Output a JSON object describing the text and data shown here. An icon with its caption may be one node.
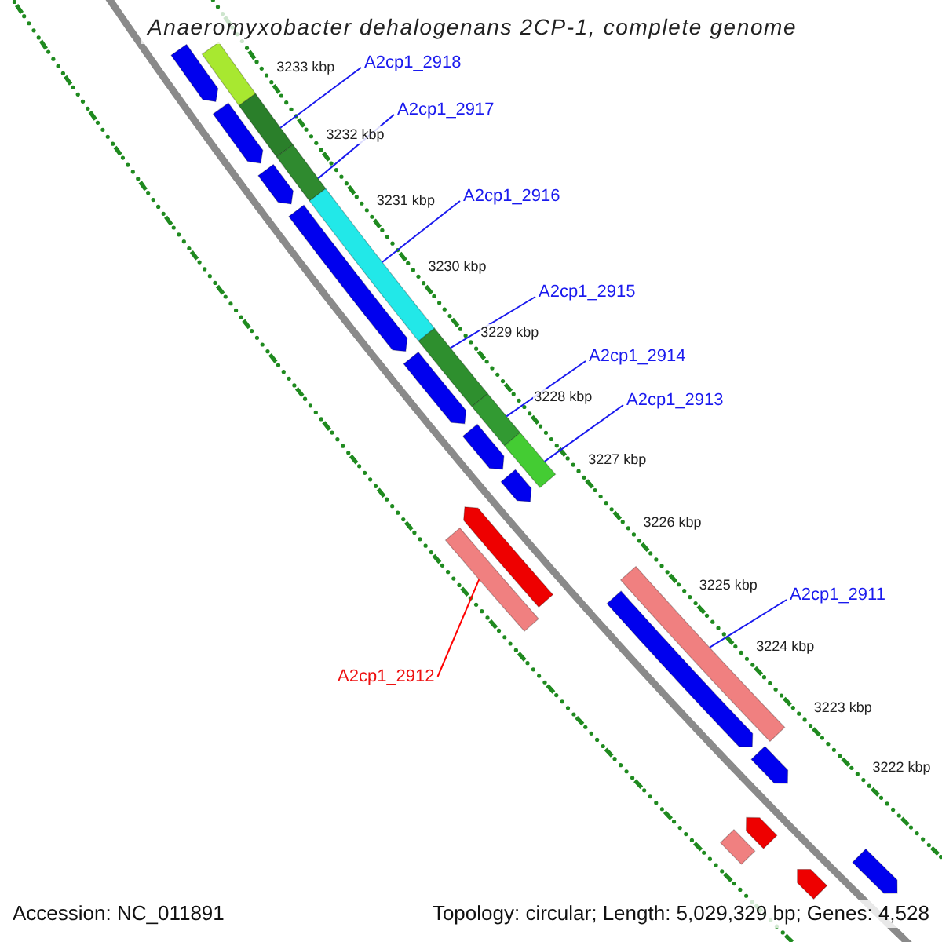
{
  "diagram": {
    "title": "Anaeromyxobacter dehalogenans 2CP-1, complete genome",
    "nodes": [
      {
        "text": [
          "A2cp1_2918"
        ]
      },
      {
        "text": [
          "A2cp1_2917"
        ]
      },
      {
        "text": [
          "A2cp1_2916"
        ]
      },
      {
        "text": [
          "A2cp1_2915"
        ]
      },
      {
        "text": [
          "A2cp1_2914"
        ]
      },
      {
        "text": [
          "A2cp1_2913"
        ]
      },
      {
        "text": [
          "A2cp1_2911"
        ]
      },
      {
        "text": [
          "A2cp1_2912"
        ]
      },
      {
        "text": [],
        "shape": "bar"
      },
      {
        "text": [],
        "shape": "bar"
      },
      {
        "text": [],
        "shape": "bar"
      },
      {
        "text": [],
        "shape": "bar"
      },
      {
        "text": [],
        "shape": "bar"
      },
      {
        "text": [],
        "shape": "bar"
      },
      {
        "text": [],
        "shape": "bar"
      },
      {
        "text": [],
        "shape": "bar"
      },
      {
        "text": [],
        "shape": "bar"
      },
      {
        "text": [],
        "shape": "bar"
      },
      {
        "text": [],
        "shape": "bar"
      },
      {
        "text": [],
        "shape": "bar"
      },
      {
        "text": [],
        "shape": "bar"
      },
      {
        "text": [],
        "shape": "bar"
      },
      {
        "text": [],
        "shape": "bar"
      },
      {
        "text": [],
        "shape": "bar"
      },
      {
        "text": [],
        "shape": "bar"
      },
      {
        "text": [],
        "shape": "bar"
      },
      {
        "text": [],
        "shape": "bar"
      },
      {
        "text": [],
        "shape": "bar"
      },
      {
        "text": [],
        "shape": "bar"
      },
      {
        "text": [],
        "shape": "bar"
      },
      {
        "text": [],
        "shape": "bar"
      }
    ],
    "edges": [
      {
        "from": 0,
        "to": 10,
        "arrow": "none"
      },
      {
        "from": 1,
        "to": 12,
        "arrow": "none"
      },
      {
        "from": 2,
        "to": 14,
        "arrow": "none"
      },
      {
        "from": 3,
        "to": 16,
        "arrow": "none"
      },
      {
        "from": 4,
        "to": 18,
        "arrow": "none"
      },
      {
        "from": 5,
        "to": 20,
        "arrow": "none"
      },
      {
        "from": 6,
        "to": 24,
        "arrow": "none"
      },
      {
        "from": 7,
        "to": 23,
        "arrow": "none",
        "color": "#ff0000"
      }
    ],
    "labels": [
      "3233 kbp",
      "3232 kbp",
      "3231 kbp",
      "3230 kbp",
      "3229 kbp",
      "3228 kbp",
      "3227 kbp",
      "3226 kbp",
      "3225 kbp",
      "3224 kbp",
      "3223 kbp",
      "3222 kbp",
      "Accession: NC_011891",
      "Topology: circular; Length: 5,029,329 bp; Genes: 4,528"
    ]
  }
}
